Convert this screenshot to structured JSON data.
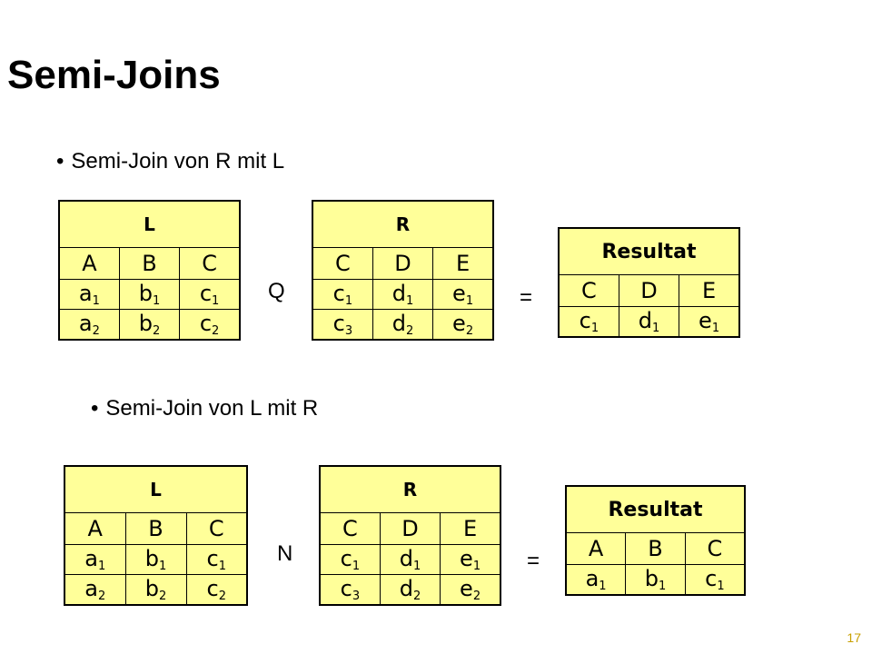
{
  "slide": {
    "title": "Semi-Joins",
    "page_number": "17"
  },
  "section1": {
    "bullet": "Semi-Join von R mit L",
    "operator": "Q",
    "equals": "=",
    "left": {
      "name": "L",
      "columns": [
        "A",
        "B",
        "C"
      ],
      "rows": [
        [
          {
            "b": "a",
            "s": "1"
          },
          {
            "b": "b",
            "s": "1"
          },
          {
            "b": "c",
            "s": "1"
          }
        ],
        [
          {
            "b": "a",
            "s": "2"
          },
          {
            "b": "b",
            "s": "2"
          },
          {
            "b": "c",
            "s": "2"
          }
        ]
      ]
    },
    "right": {
      "name": "R",
      "columns": [
        "C",
        "D",
        "E"
      ],
      "rows": [
        [
          {
            "b": "c",
            "s": "1"
          },
          {
            "b": "d",
            "s": "1"
          },
          {
            "b": "e",
            "s": "1"
          }
        ],
        [
          {
            "b": "c",
            "s": "3"
          },
          {
            "b": "d",
            "s": "2"
          },
          {
            "b": "e",
            "s": "2"
          }
        ]
      ]
    },
    "result": {
      "name": "Resultat",
      "columns": [
        "C",
        "D",
        "E"
      ],
      "rows": [
        [
          {
            "b": "c",
            "s": "1"
          },
          {
            "b": "d",
            "s": "1"
          },
          {
            "b": "e",
            "s": "1"
          }
        ]
      ]
    }
  },
  "section2": {
    "bullet": "Semi-Join von L mit R",
    "operator": "N",
    "equals": "=",
    "left": {
      "name": "L",
      "columns": [
        "A",
        "B",
        "C"
      ],
      "rows": [
        [
          {
            "b": "a",
            "s": "1"
          },
          {
            "b": "b",
            "s": "1"
          },
          {
            "b": "c",
            "s": "1"
          }
        ],
        [
          {
            "b": "a",
            "s": "2"
          },
          {
            "b": "b",
            "s": "2"
          },
          {
            "b": "c",
            "s": "2"
          }
        ]
      ]
    },
    "right": {
      "name": "R",
      "columns": [
        "C",
        "D",
        "E"
      ],
      "rows": [
        [
          {
            "b": "c",
            "s": "1"
          },
          {
            "b": "d",
            "s": "1"
          },
          {
            "b": "e",
            "s": "1"
          }
        ],
        [
          {
            "b": "c",
            "s": "3"
          },
          {
            "b": "d",
            "s": "2"
          },
          {
            "b": "e",
            "s": "2"
          }
        ]
      ]
    },
    "result": {
      "name": "Resultat",
      "columns": [
        "A",
        "B",
        "C"
      ],
      "rows": [
        [
          {
            "b": "a",
            "s": "1"
          },
          {
            "b": "b",
            "s": "1"
          },
          {
            "b": "c",
            "s": "1"
          }
        ]
      ]
    }
  }
}
